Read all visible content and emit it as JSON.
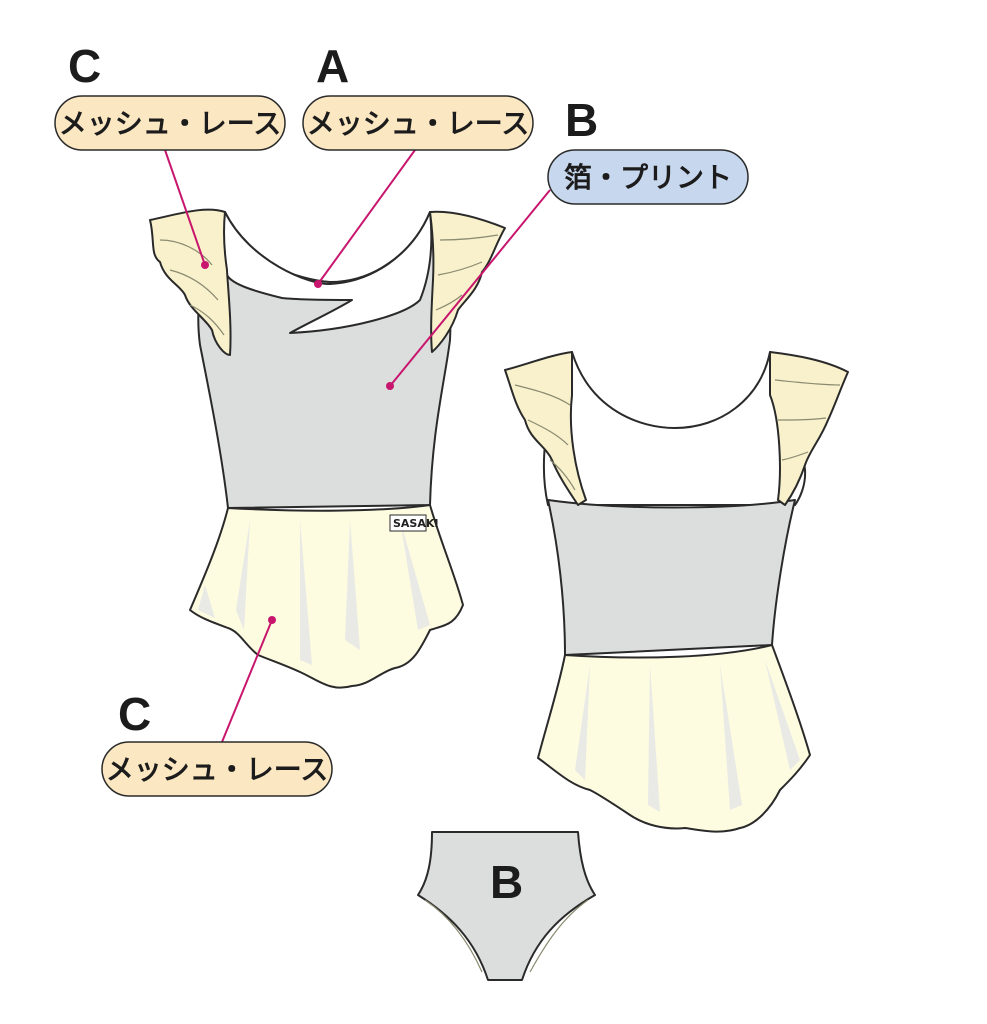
{
  "labels": [
    {
      "id": "c-top",
      "letter": "C",
      "text": "メッシュ・レース",
      "material": "mesh-lace",
      "color": "#fbe8c2"
    },
    {
      "id": "a-top",
      "letter": "A",
      "text": "メッシュ・レース",
      "material": "mesh-lace",
      "color": "#fbe8c2"
    },
    {
      "id": "b-top",
      "letter": "B",
      "text": "箔・プリント",
      "material": "foil-print",
      "color": "#c7d8ee"
    },
    {
      "id": "c-bottom",
      "letter": "C",
      "text": "メッシュ・レース",
      "material": "mesh-lace",
      "color": "#fbe8c2"
    }
  ],
  "shorts_letter": "B",
  "logo_text": "SASAKI",
  "colors": {
    "body_gray": "#dcdddd",
    "mesh_cream": "#fdfbe0",
    "ruffle_cream": "#f8f1cb",
    "white_panel": "#ffffff",
    "leader": "#c8166e",
    "outline": "#2a2a2a"
  }
}
